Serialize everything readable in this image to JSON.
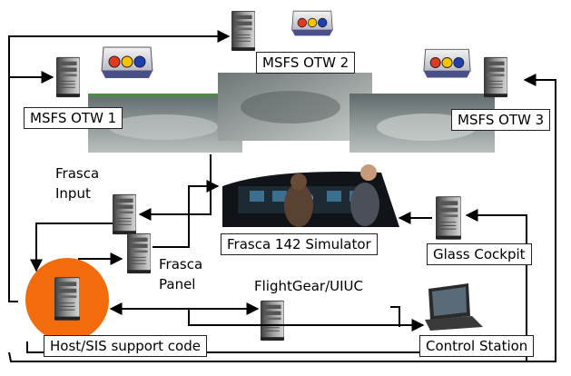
{
  "nodes": {
    "msfs_otw_1": "MSFS OTW 1",
    "msfs_otw_2": "MSFS OTW 2",
    "msfs_otw_3": "MSFS OTW 3",
    "frasca_input_1": "Frasca",
    "frasca_input_2": "Input",
    "frasca_panel_1": "Frasca",
    "frasca_panel_2": "Panel",
    "simulator": "Frasca 142 Simulator",
    "glass_cockpit": "Glass Cockpit",
    "flightgear": "FlightGear/UIUC",
    "host": "Host/SIS support code",
    "control_station": "Control Station"
  },
  "colors": {
    "host_circle": "#f26c0d",
    "projector_red": "#e23a1e",
    "projector_yellow": "#f5c400",
    "projector_blue": "#1e3fae",
    "line": "#000000"
  },
  "icons": [
    "tower-pc-icon",
    "projector-icon",
    "laptop-icon",
    "cockpit-photo",
    "cloud-view-image"
  ]
}
